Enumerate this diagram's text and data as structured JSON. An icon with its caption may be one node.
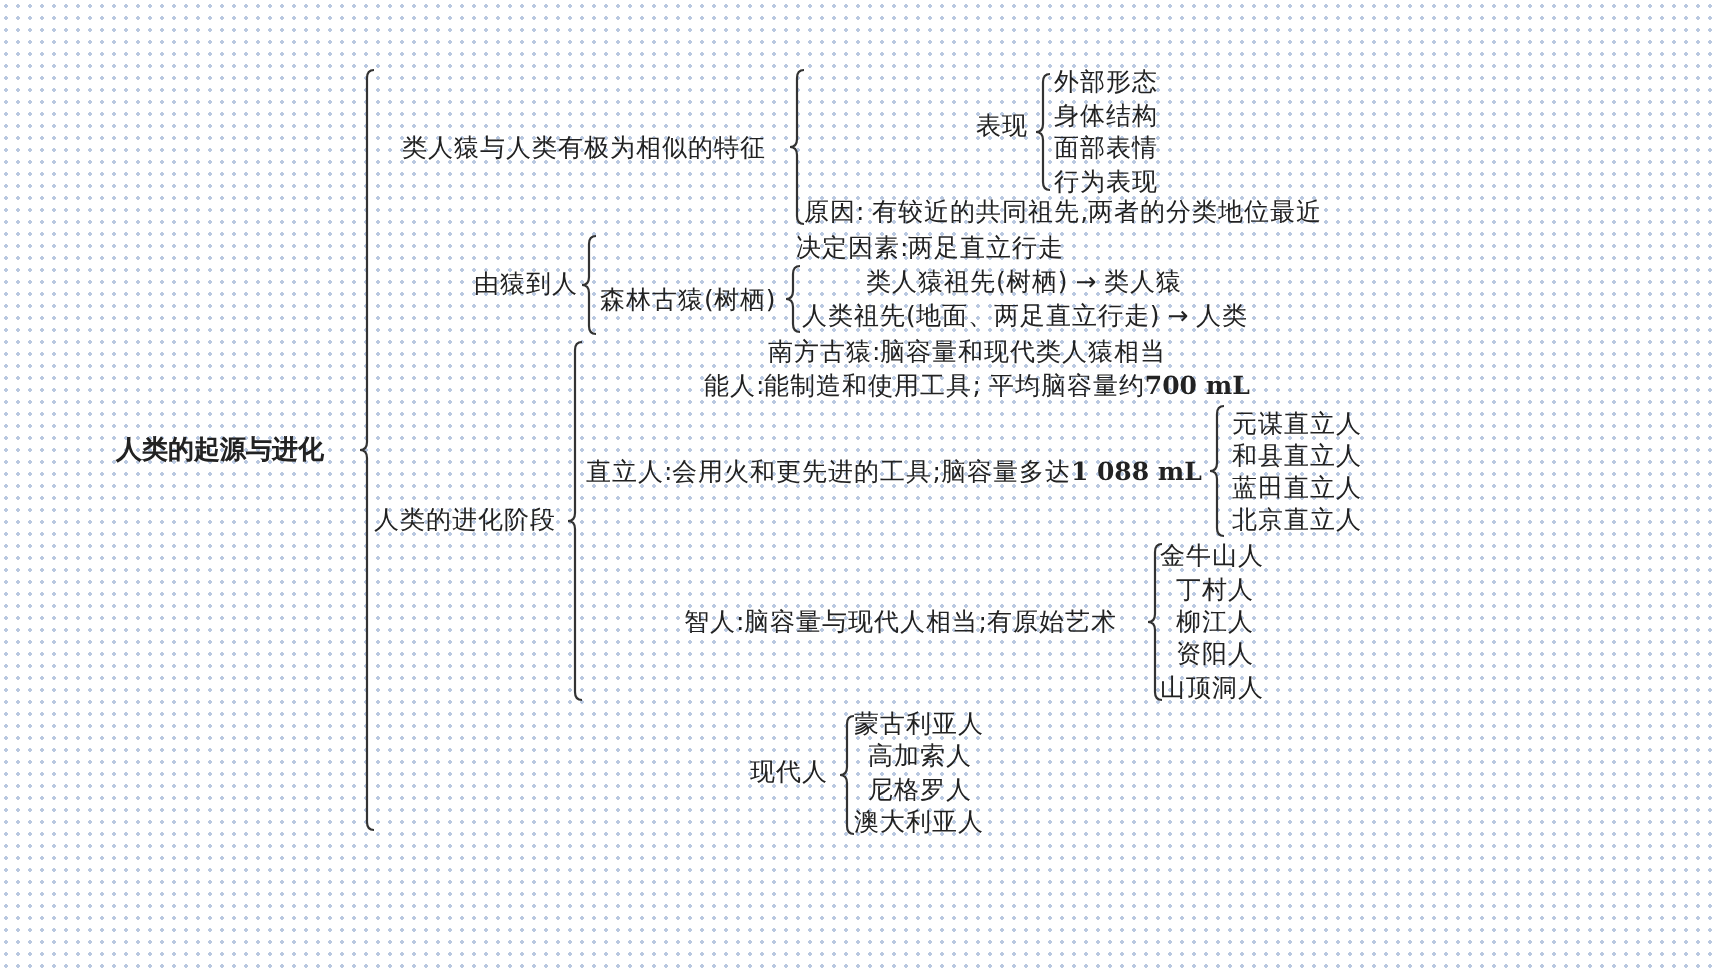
{
  "diagram": {
    "title": "人类的起源与进化",
    "labels": [
      "类人猿与人类有极为相似的特征",
      "表现",
      "外部形态",
      "身体结构",
      "面部表情",
      "行为表现",
      "原因: 有较近的共同祖先,两者的分类地位最近",
      "由猿到人",
      "决定因素:两足直立行走",
      "森林古猿(树栖)",
      "类人猿祖先(树栖) → 类人猿",
      "人类祖先(地面、两足直立行走) → 人类",
      "人类的进化阶段",
      "南方古猿:脑容量和现代类人猿相当",
      "能人:能制造和使用工具; 平均脑容量约**700 mL**",
      "直立人:会用火和更先进的工具;脑容量多达**1 088 mL**",
      "元谋直立人",
      "和县直立人",
      "蓝田直立人",
      "北京直立人",
      "智人:脑容量与现代人相当;有原始艺术",
      "金牛山人",
      "丁村人",
      "柳江人",
      "资阳人",
      "山顶洞人",
      "现代人",
      "蒙古利亚人",
      "高加索人",
      "尼格罗人",
      "澳大利亚人"
    ]
  }
}
